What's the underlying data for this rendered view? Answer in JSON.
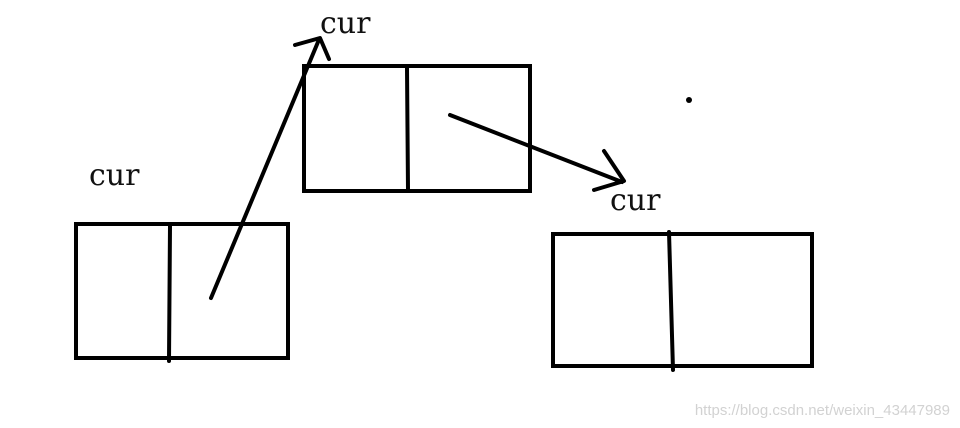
{
  "labels": {
    "node_left": "cur",
    "node_middle": "cur",
    "node_right": "cur"
  },
  "watermark": "https://blog.csdn.net/weixin_43447989",
  "colors": {
    "ink": "#000000",
    "background": "#ffffff",
    "watermark": "#d2d2d2"
  }
}
